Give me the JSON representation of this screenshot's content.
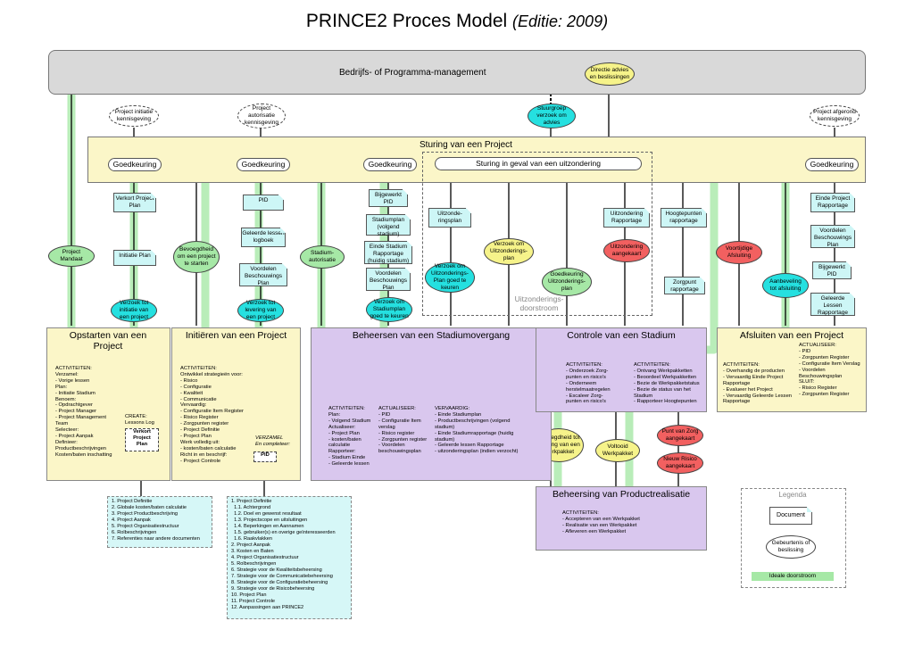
{
  "title": {
    "main": "PRINCE2 Proces Model",
    "edition": "(Editie: 2009)"
  },
  "bedrijf": {
    "label": "Bedrijfs- of Programma-management"
  },
  "directie": {
    "label": "Directie advies en beslissingen"
  },
  "notifications": {
    "initiatie": "Project initiatie kennisgeving",
    "autorisatie": "Project autorisatie kennisgeving",
    "stuurgroep": "Stuurgroep verzoek om advies",
    "afgerond": "Project afgerond kennisgeving"
  },
  "sturing": {
    "label": "Sturing van een Project",
    "uitzondering": "Sturing in geval van een uitzondering"
  },
  "goedkeuring": "Goedkeuring",
  "docs": {
    "verkort_plan": "Verkort Project Plan",
    "initiatie_plan": "Initiatie Plan",
    "pid": "PID",
    "geleerde_logboek": "Geleerde lessen logboek",
    "voordelen_plan": "Voordelen Beschouwings Plan",
    "bijgewerkt_pid": "Bijgewerkt PID",
    "stadiumplan": "Stadiumplan (volgend stadium)",
    "einde_stadium": "Einde Stadium Rapportage (huidig stadium)",
    "voordelen_plan2": "Voordelen Beschouwings Plan",
    "uitzonderingsplan": "Uitzonde-ringsplan",
    "uitzondering_rapport": "Uitzondering Rapportage",
    "hoogtepunten": "Hoogtepunten rapportage",
    "zorgpunt": "Zorgpunt rapportage",
    "einde_project": "Einde Project Rapportage",
    "voordelen_plan3": "Voordelen Beschouwings Plan",
    "bijgewerkt_pid2": "Bijgewerkt PID",
    "geleerde_rapportage": "Geleerde Lessen Rapportage"
  },
  "events": {
    "project_mandaat": "Project Mandaat",
    "bevoegdheid_start": "Bevoegdheid om een project te starten",
    "stadium_autorisatie": "Stadium-autorisatie",
    "verzoek_initiatie": "Verzoek tot initiatie van een project",
    "verzoek_levering": "Verzoek tot levering van een project",
    "verzoek_stadiumplan": "Verzoek om Stadiumplan goed te keuren",
    "verzoek_uitzonderingsplan": "Verzoek om Uitzonderings-Plan goed te keuren",
    "verzoek_uitzonderingsplan2": "Verzoek om Uitzonderings-plan",
    "goedkeuring_uitzonderingsplan": "Goedkeuring Uitzonderings-plan",
    "uitzondering_aangekaart": "Uitzondering aangekaart",
    "voortijdige": "Voortijdige Afsluiting",
    "aanbeveling": "Aanbeveling tot afsluiting",
    "bevoegdheid_werkpakket": "Bevoegdheid tot levering van een Werkpakket",
    "voltooid": "Voltooid Werkpakket",
    "punt_zorg": "Punt van Zorg aangekaart",
    "nieuw_risico": "Nieuw Risico aangekaart"
  },
  "uitzonderingsdoorstroom": "Uitzonderings-doorstroom",
  "processes": {
    "opstarten": "Opstarten van een Project",
    "initieren": "Initiëren van een Project",
    "beheersen": "Beheersen van een Stadiumovergang",
    "controle": "Controle van een Stadium",
    "afsluiten": "Afsluiten van een Project",
    "productrealisatie": "Beheersing van Productrealisatie"
  },
  "activities": {
    "opstarten": "ACTIVITEITEN:\nVerzamel:\n- Vorige lessen\nPlan:\n- Initiatie Stadium\nBenoem:\n- Opdrachtgever\n- Project Manager\n- Project Management\nTeam\nSelecteer:\n- Project Aanpak\nDefinieer:\nProductbeschrijvingen\nKosten/baten inschatting",
    "opstarten_create": "CREATE:\nLessons Log",
    "opstarten_plan": "Verkort\nProject\nPlan",
    "initieren": "ACTIVITEITEN:\nOntwikkel strategieën voor:\n- Risico\n- Configuratie\n- Kwaliteit\n- Communicatie\nVervaardig:\n- Configuratie Item Register\n- Risico Register\n- Zorgpunten register\n- Project Definitie\n- Project Plan\nWerk volledig uit:\n- kosten/baten calculatie\nRicht in en beschrijf:\n- Project Controle",
    "initieren_verzamel": "VERZAMEL\nEn completeer:",
    "initieren_pid": "PID",
    "beheersen1": "ACTIVITEITEN:\nPlan:\n- Volgend Stadium\nActualiseer:\n- Project Plan\n- kosten/baten\ncalculatie\nRapporteer:\n- Stadium Einde\n- Geleerde lessen",
    "beheersen2": "ACTUALISEER:\n- PID\n- Configuratie Item\nverslag\n- Risico register\n- Zorgpunten register\n- Voordelen\nbeschouwingsplan",
    "beheersen3": "VERVAARDIG:\n- Einde Stadiumplan\n- Productbeschrijvingen (volgend\nstadium)\n- Einde Stadiumrapportage (huidig\nstadium)\n- Geleerde lessen Rapportage\n- uitzonderingsplan (indien verzocht)",
    "controle1": "ACTIVITEITEN:\n- Onderzoek Zorg-\npunten en risico's\n- Onderneem\nherstelmaatregelen\n- Escaleer Zorg-\npunten en risico's",
    "controle2": "ACTIVITEITEN:\n- Ontvang Werkpakketten\n- Beoordeel Werkpakketten\n- Bezie de Werkpakketstatus\n- Bezie de status van het\nStadium\n- Rapporteer Hoogtepunten",
    "afsluiten1": "ACTIVITEITEN:\n- Overhandig de producten\n- Vervaardig Einde Project\nRapportage\n- Evalueer het Project\n- Vervaardig Geleerde Lessen\nRapportage",
    "afsluiten2": "ACTUALISEER:\n- PID\n- Zorgpunten Register\n- Configuratie Item Verslag\n- Voordelen\nBeschouwingsplan\nSLUIT:\n- Risico Register\n- Zorgpunten Register",
    "productrealisatie": "ACTIVITEITEN:\n- Accepteren van een Werkpakket\n- Realisatie van een Werkpakket\n- Afleveren een Werkpakket"
  },
  "references": {
    "left": "1. Project Definitie\n2. Globale kosten/baten calculatie\n3. Project Productbeschrijving\n4. Project Aanpak\n5. Project Organisatiestructuur\n6. Rolbeschrijvingen\n7. Referenties naar andere documenten",
    "right": "1. Project Definitie\n  1.1. Achtergrond\n  1.2. Doel en gewenst resultaat\n  1.3. Projectscope en uitsluitingen\n  1.4. Beperkingen en Aannamen\n  1.5. gebruiker(s) en overige geïnteresseerden\n  1.6. Raakvlakken\n2. Project Aanpak\n3. Kosten en Baten\n4. Project Organisatiestructuur\n5. Rolbeschrijvingen\n6. Strategie voor de Kwaliteitsbeheersing\n7. Strategie voor de Communicatiebeheersing\n8. Strategie voor de Configuratiebeheersing\n9. Strategie voor de Risicobeheersing\n10. Project Plan\n11. Project Controle\n12. Aanpassingen aan PRINCE2"
  },
  "legend": {
    "title": "Legenda",
    "document": "Document",
    "event": "Gebeurtenis of beslissing",
    "flow": "Ideale doorstroom"
  },
  "colors": {
    "flow": "#a6e8a6",
    "process_yellow": "#fbf6c8",
    "process_purple": "#d9c7ee",
    "doc": "#cdf6f6",
    "event_cyan": "#25e0e0",
    "event_yellow": "#f6f38a",
    "event_red": "#f26060",
    "event_green": "#a6e8a6"
  }
}
